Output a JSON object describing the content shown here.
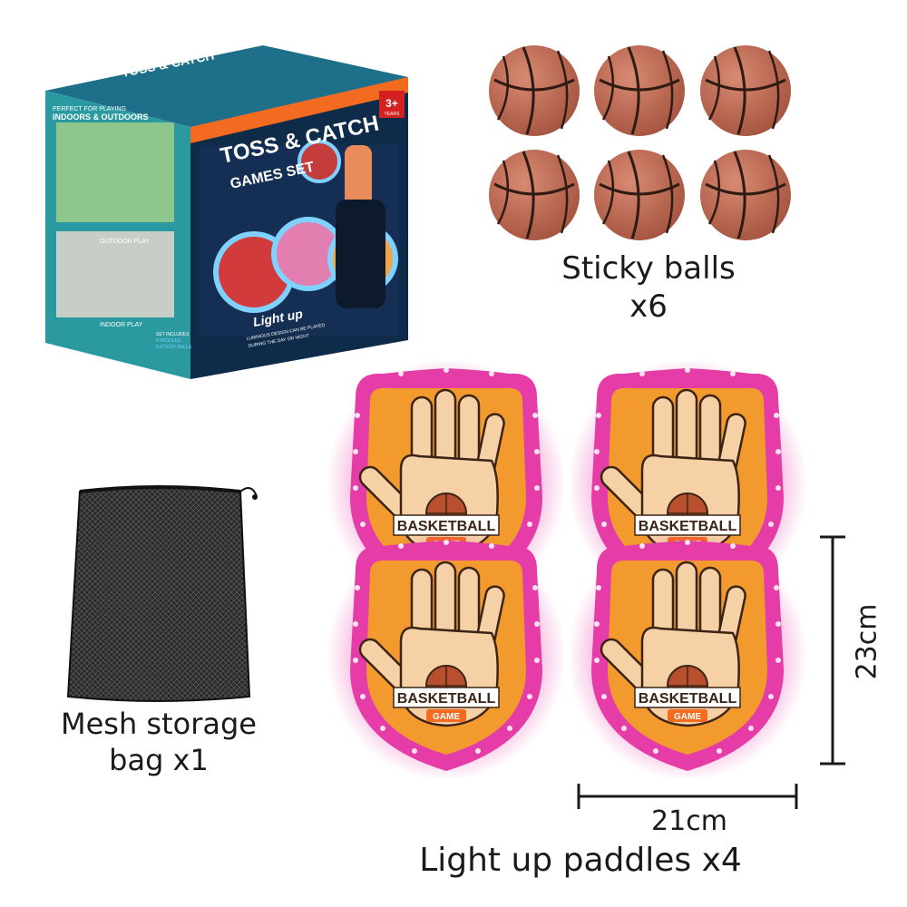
{
  "box": {
    "title_line1": "TOSS & CATCH",
    "title_line2": "GAMES SET",
    "age_badge": "3+",
    "age_badge_sub": "YEARS",
    "side_text_1": "PERFECT FOR PLAYING",
    "side_text_2": "INDOORS & OUTDOORS",
    "outdoor_label": "OUTDOOR PLAY",
    "indoor_label": "INDOOR PLAY",
    "light_up": "Light up",
    "luminous_text_1": "LUMINOUS DESIGN CAN BE PLAYED",
    "luminous_text_2": "DURING THE DAY OR NIGHT",
    "set_includes_1": "SET INCLUDES",
    "set_includes_2": "4 PADDLES",
    "set_includes_3": "6 STICKY BALLS"
  },
  "balls": {
    "caption": "Sticky balls\nx6",
    "count": 6,
    "color": "#a4533e"
  },
  "bag": {
    "caption": "Mesh storage\nbag x1"
  },
  "paddles": {
    "caption": "Light up paddles x4",
    "count": 4,
    "logo_line1": "BASKETBALL",
    "logo_line2": "GAME",
    "rim_color": "#e53ca8",
    "face_color": "#f29a2e",
    "hand_color": "#f7d1a6"
  },
  "dimensions": {
    "height": "23cm",
    "width": "21cm"
  }
}
